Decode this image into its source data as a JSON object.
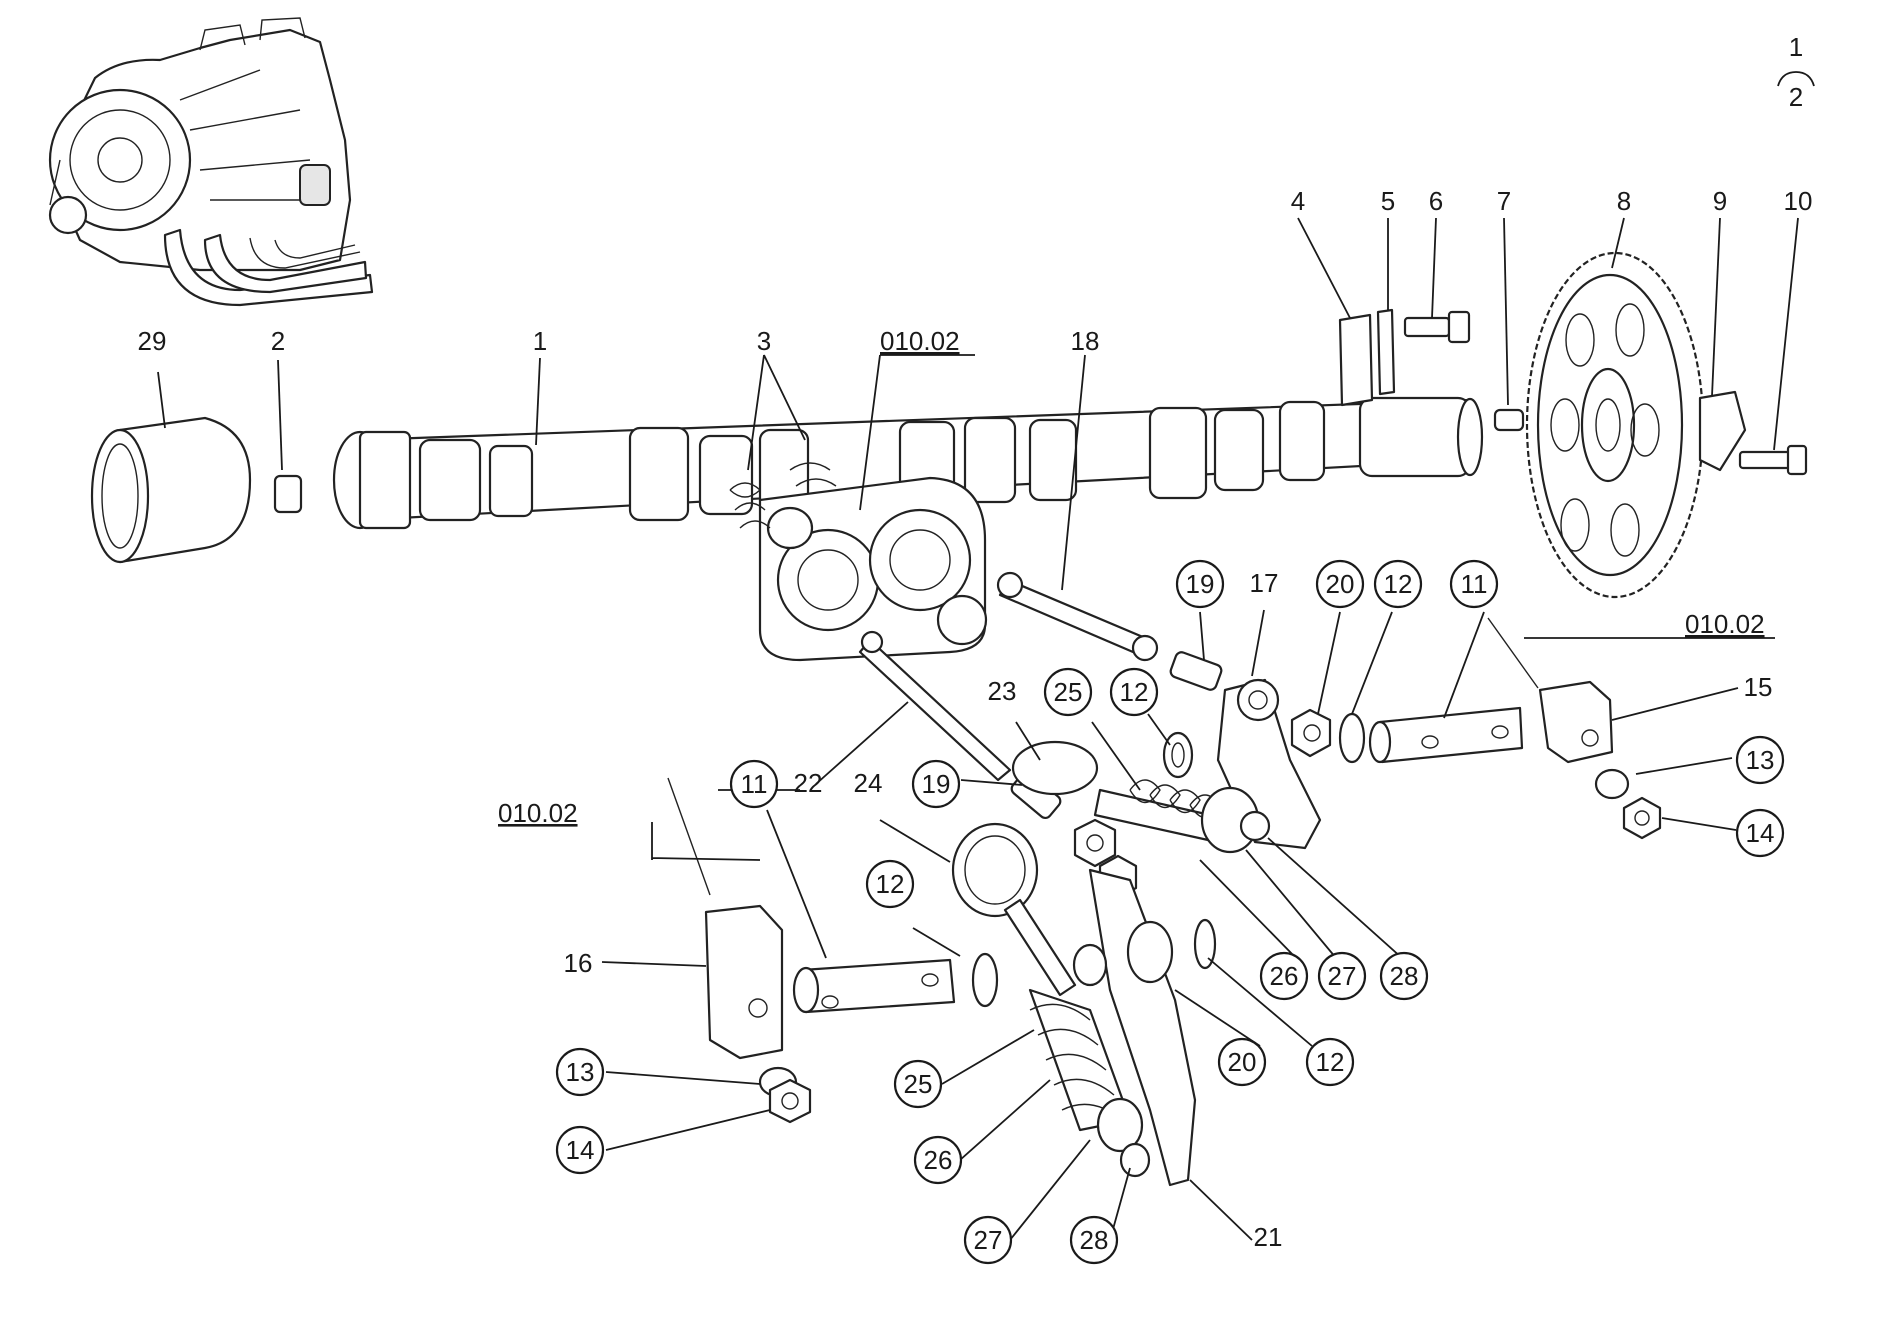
{
  "diagram": {
    "page_indicator": {
      "top": "1",
      "bottom": "2"
    },
    "reference_label": "010.02",
    "plain_labels": [
      "29",
      "2",
      "1",
      "3",
      "18",
      "4",
      "5",
      "6",
      "7",
      "8",
      "9",
      "10",
      "17",
      "15",
      "22",
      "23",
      "24",
      "16",
      "21"
    ],
    "circled_labels": [
      "19",
      "20",
      "12",
      "11",
      "25",
      "12",
      "13",
      "14",
      "11",
      "19",
      "12",
      "26",
      "27",
      "28",
      "20",
      "12",
      "13",
      "14",
      "25",
      "26",
      "27",
      "28"
    ]
  }
}
